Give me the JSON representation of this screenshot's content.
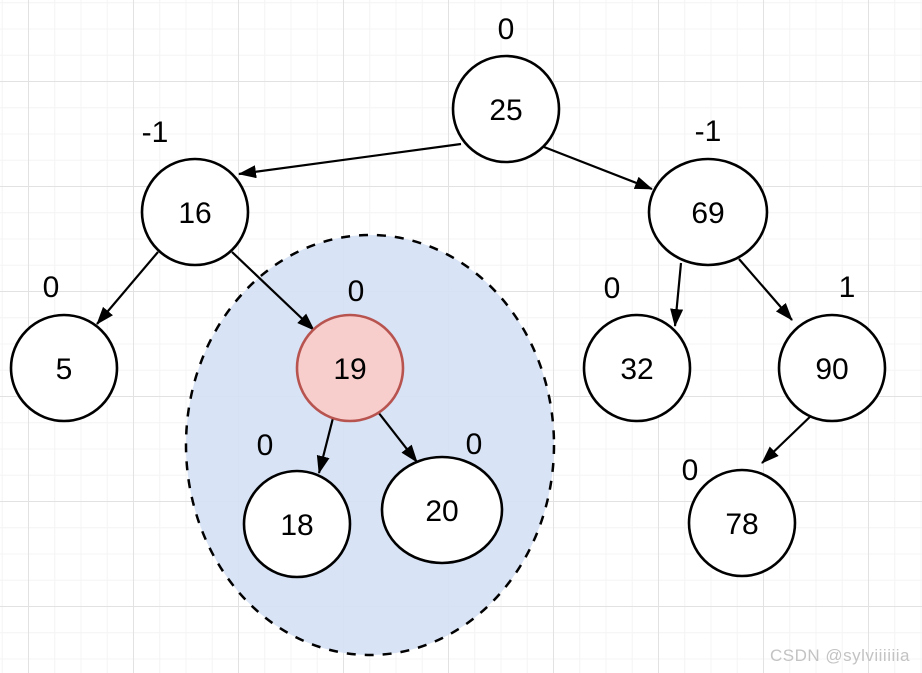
{
  "watermark": "CSDN @sylviiiiiia",
  "colors": {
    "node_fill": "#ffffff",
    "node_stroke": "#000000",
    "highlight_node_fill": "#f8cecc",
    "highlight_node_stroke": "#b85450",
    "group_region_fill": "#d5e1f4",
    "edge_stroke": "#000000",
    "grid_minor": "#f4f4f4",
    "grid_major": "#e2e2e2",
    "watermark_color": "#c3c3c3"
  },
  "tree": {
    "description": "binary tree with balance factors",
    "nodes": {
      "n25": {
        "value": "25",
        "balance": "0"
      },
      "n16": {
        "value": "16",
        "balance": "-1"
      },
      "n69": {
        "value": "69",
        "balance": "-1"
      },
      "n5": {
        "value": "5",
        "balance": "0"
      },
      "n19": {
        "value": "19",
        "balance": "0",
        "highlighted": true
      },
      "n32": {
        "value": "32",
        "balance": "0"
      },
      "n90": {
        "value": "90",
        "balance": "1"
      },
      "n18": {
        "value": "18",
        "balance": "0"
      },
      "n20": {
        "value": "20",
        "balance": "0"
      },
      "n78": {
        "value": "78",
        "balance": "0"
      }
    },
    "edges": [
      {
        "from": "25",
        "to": "16"
      },
      {
        "from": "25",
        "to": "69"
      },
      {
        "from": "16",
        "to": "5"
      },
      {
        "from": "16",
        "to": "19"
      },
      {
        "from": "19",
        "to": "18"
      },
      {
        "from": "19",
        "to": "20"
      },
      {
        "from": "69",
        "to": "32"
      },
      {
        "from": "69",
        "to": "90"
      },
      {
        "from": "90",
        "to": "78"
      }
    ],
    "highlighted_subtree": [
      "19",
      "18",
      "20"
    ]
  }
}
